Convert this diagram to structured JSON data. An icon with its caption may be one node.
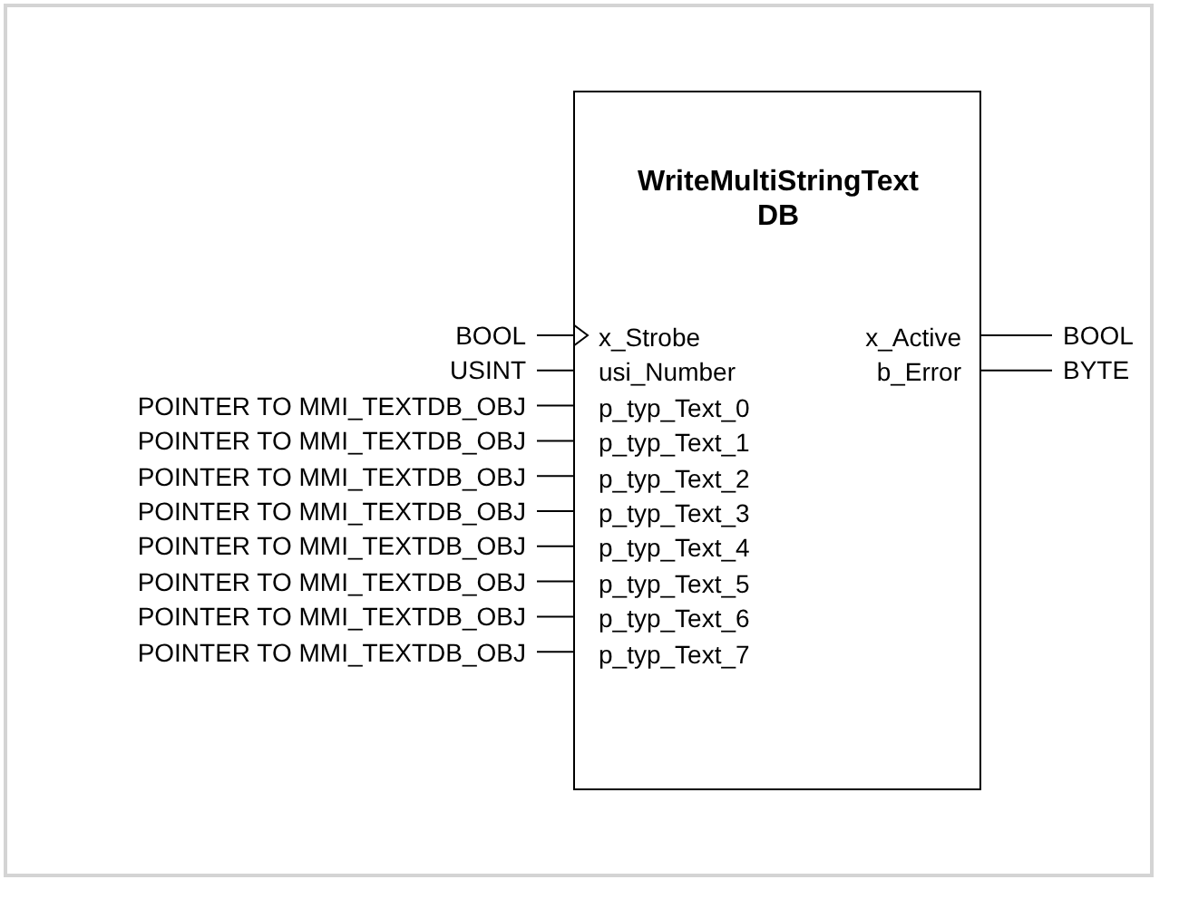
{
  "diagram": {
    "nodes": [
      {
        "text": [
          "WriteMultiStringText DB",
          "x_Strobe",
          "usi_Number",
          "p_typ_Text_0",
          "p_typ_Text_1",
          "p_typ_Text_2",
          "p_typ_Text_3",
          "p_typ_Text_4",
          "p_typ_Text_5",
          "p_typ_Text_6",
          "p_typ_Text_7",
          "x_Active",
          "b_Error"
        ]
      },
      {
        "text": [
          "BOOL"
        ]
      },
      {
        "text": [
          "USINT"
        ]
      },
      {
        "text": [
          "POINTER TO MMI_TEXTDB_OBJ"
        ]
      },
      {
        "text": [
          "POINTER TO MMI_TEXTDB_OBJ"
        ]
      },
      {
        "text": [
          "POINTER TO MMI_TEXTDB_OBJ"
        ]
      },
      {
        "text": [
          "POINTER TO MMI_TEXTDB_OBJ"
        ]
      },
      {
        "text": [
          "POINTER TO MMI_TEXTDB_OBJ"
        ]
      },
      {
        "text": [
          "POINTER TO MMI_TEXTDB_OBJ"
        ]
      },
      {
        "text": [
          "POINTER TO MMI_TEXTDB_OBJ"
        ]
      },
      {
        "text": [
          "POINTER TO MMI_TEXTDB_OBJ"
        ]
      },
      {
        "text": [
          "BOOL"
        ]
      },
      {
        "text": [
          "BYTE"
        ]
      }
    ],
    "edges": [
      {
        "from": 1,
        "to": 0,
        "arrow": "to"
      },
      {
        "from": 2,
        "to": 0,
        "arrow": "none"
      },
      {
        "from": 3,
        "to": 0,
        "arrow": "none"
      },
      {
        "from": 4,
        "to": 0,
        "arrow": "none"
      },
      {
        "from": 5,
        "to": 0,
        "arrow": "none"
      },
      {
        "from": 6,
        "to": 0,
        "arrow": "none"
      },
      {
        "from": 7,
        "to": 0,
        "arrow": "none"
      },
      {
        "from": 8,
        "to": 0,
        "arrow": "none"
      },
      {
        "from": 9,
        "to": 0,
        "arrow": "none"
      },
      {
        "from": 10,
        "to": 0,
        "arrow": "none"
      },
      {
        "from": 0,
        "to": 11,
        "arrow": "none"
      },
      {
        "from": 0,
        "to": 12,
        "arrow": "none"
      }
    ]
  }
}
